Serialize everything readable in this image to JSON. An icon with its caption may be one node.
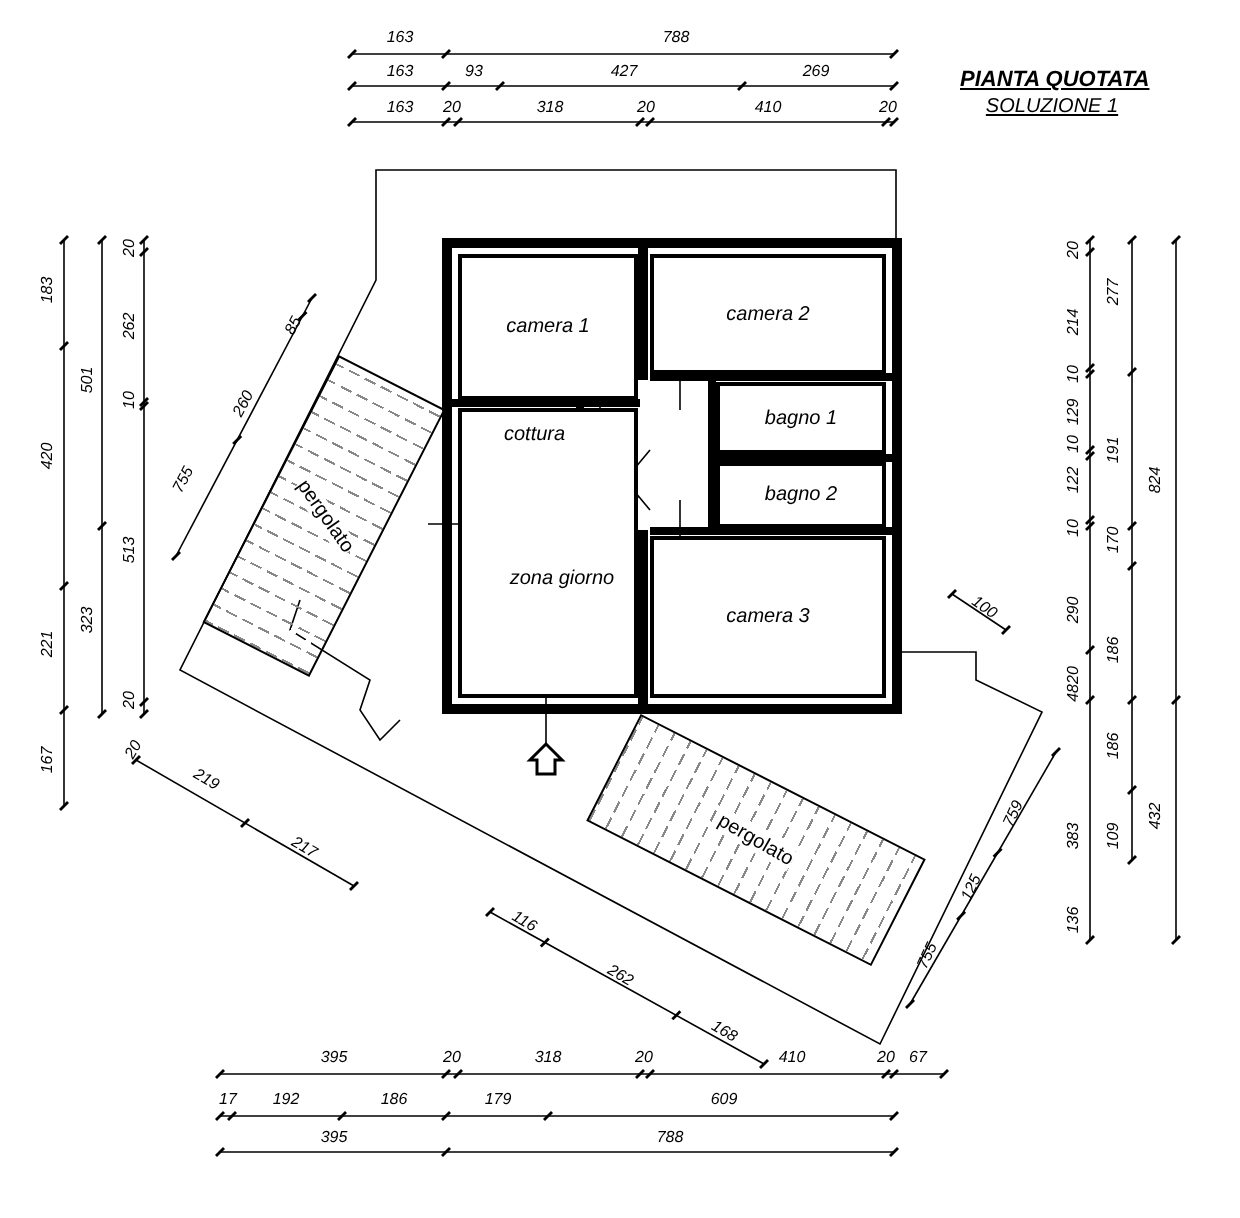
{
  "diagram": {
    "title": "PIANTA QUOTATA",
    "nodes": [
      {
        "text": [
          "camera 1"
        ]
      },
      {
        "text": [
          "camera 2"
        ]
      },
      {
        "text": [
          "bagno 1"
        ]
      },
      {
        "text": [
          "cottura",
          "zona giorno"
        ]
      },
      {
        "text": [
          "bagno 2"
        ]
      },
      {
        "text": [
          "camera 3"
        ]
      },
      {
        "text": [
          "pergolato"
        ]
      },
      {
        "text": [
          "pergolato"
        ]
      }
    ],
    "labels": [
      "SOLUZIONE 1",
      "163",
      "788",
      "163",
      "93",
      "427",
      "269",
      "163",
      "20",
      "318",
      "20",
      "410",
      "20",
      "183",
      "420",
      "221",
      "167",
      "501",
      "323",
      "20",
      "262",
      "10",
      "513",
      "20",
      "20",
      "214",
      "10",
      "129",
      "10",
      "122",
      "10",
      "290",
      "4820",
      "383",
      "136",
      "277",
      "191",
      "170",
      "186",
      "186",
      "109",
      "824",
      "432",
      "85",
      "260",
      "755",
      "100",
      "759",
      "125",
      "755",
      "20",
      "219",
      "217",
      "116",
      "262",
      "168",
      "395",
      "20",
      "318",
      "20",
      "410",
      "20",
      "67",
      "17",
      "192",
      "186",
      "179",
      "609",
      "395",
      "788"
    ]
  }
}
